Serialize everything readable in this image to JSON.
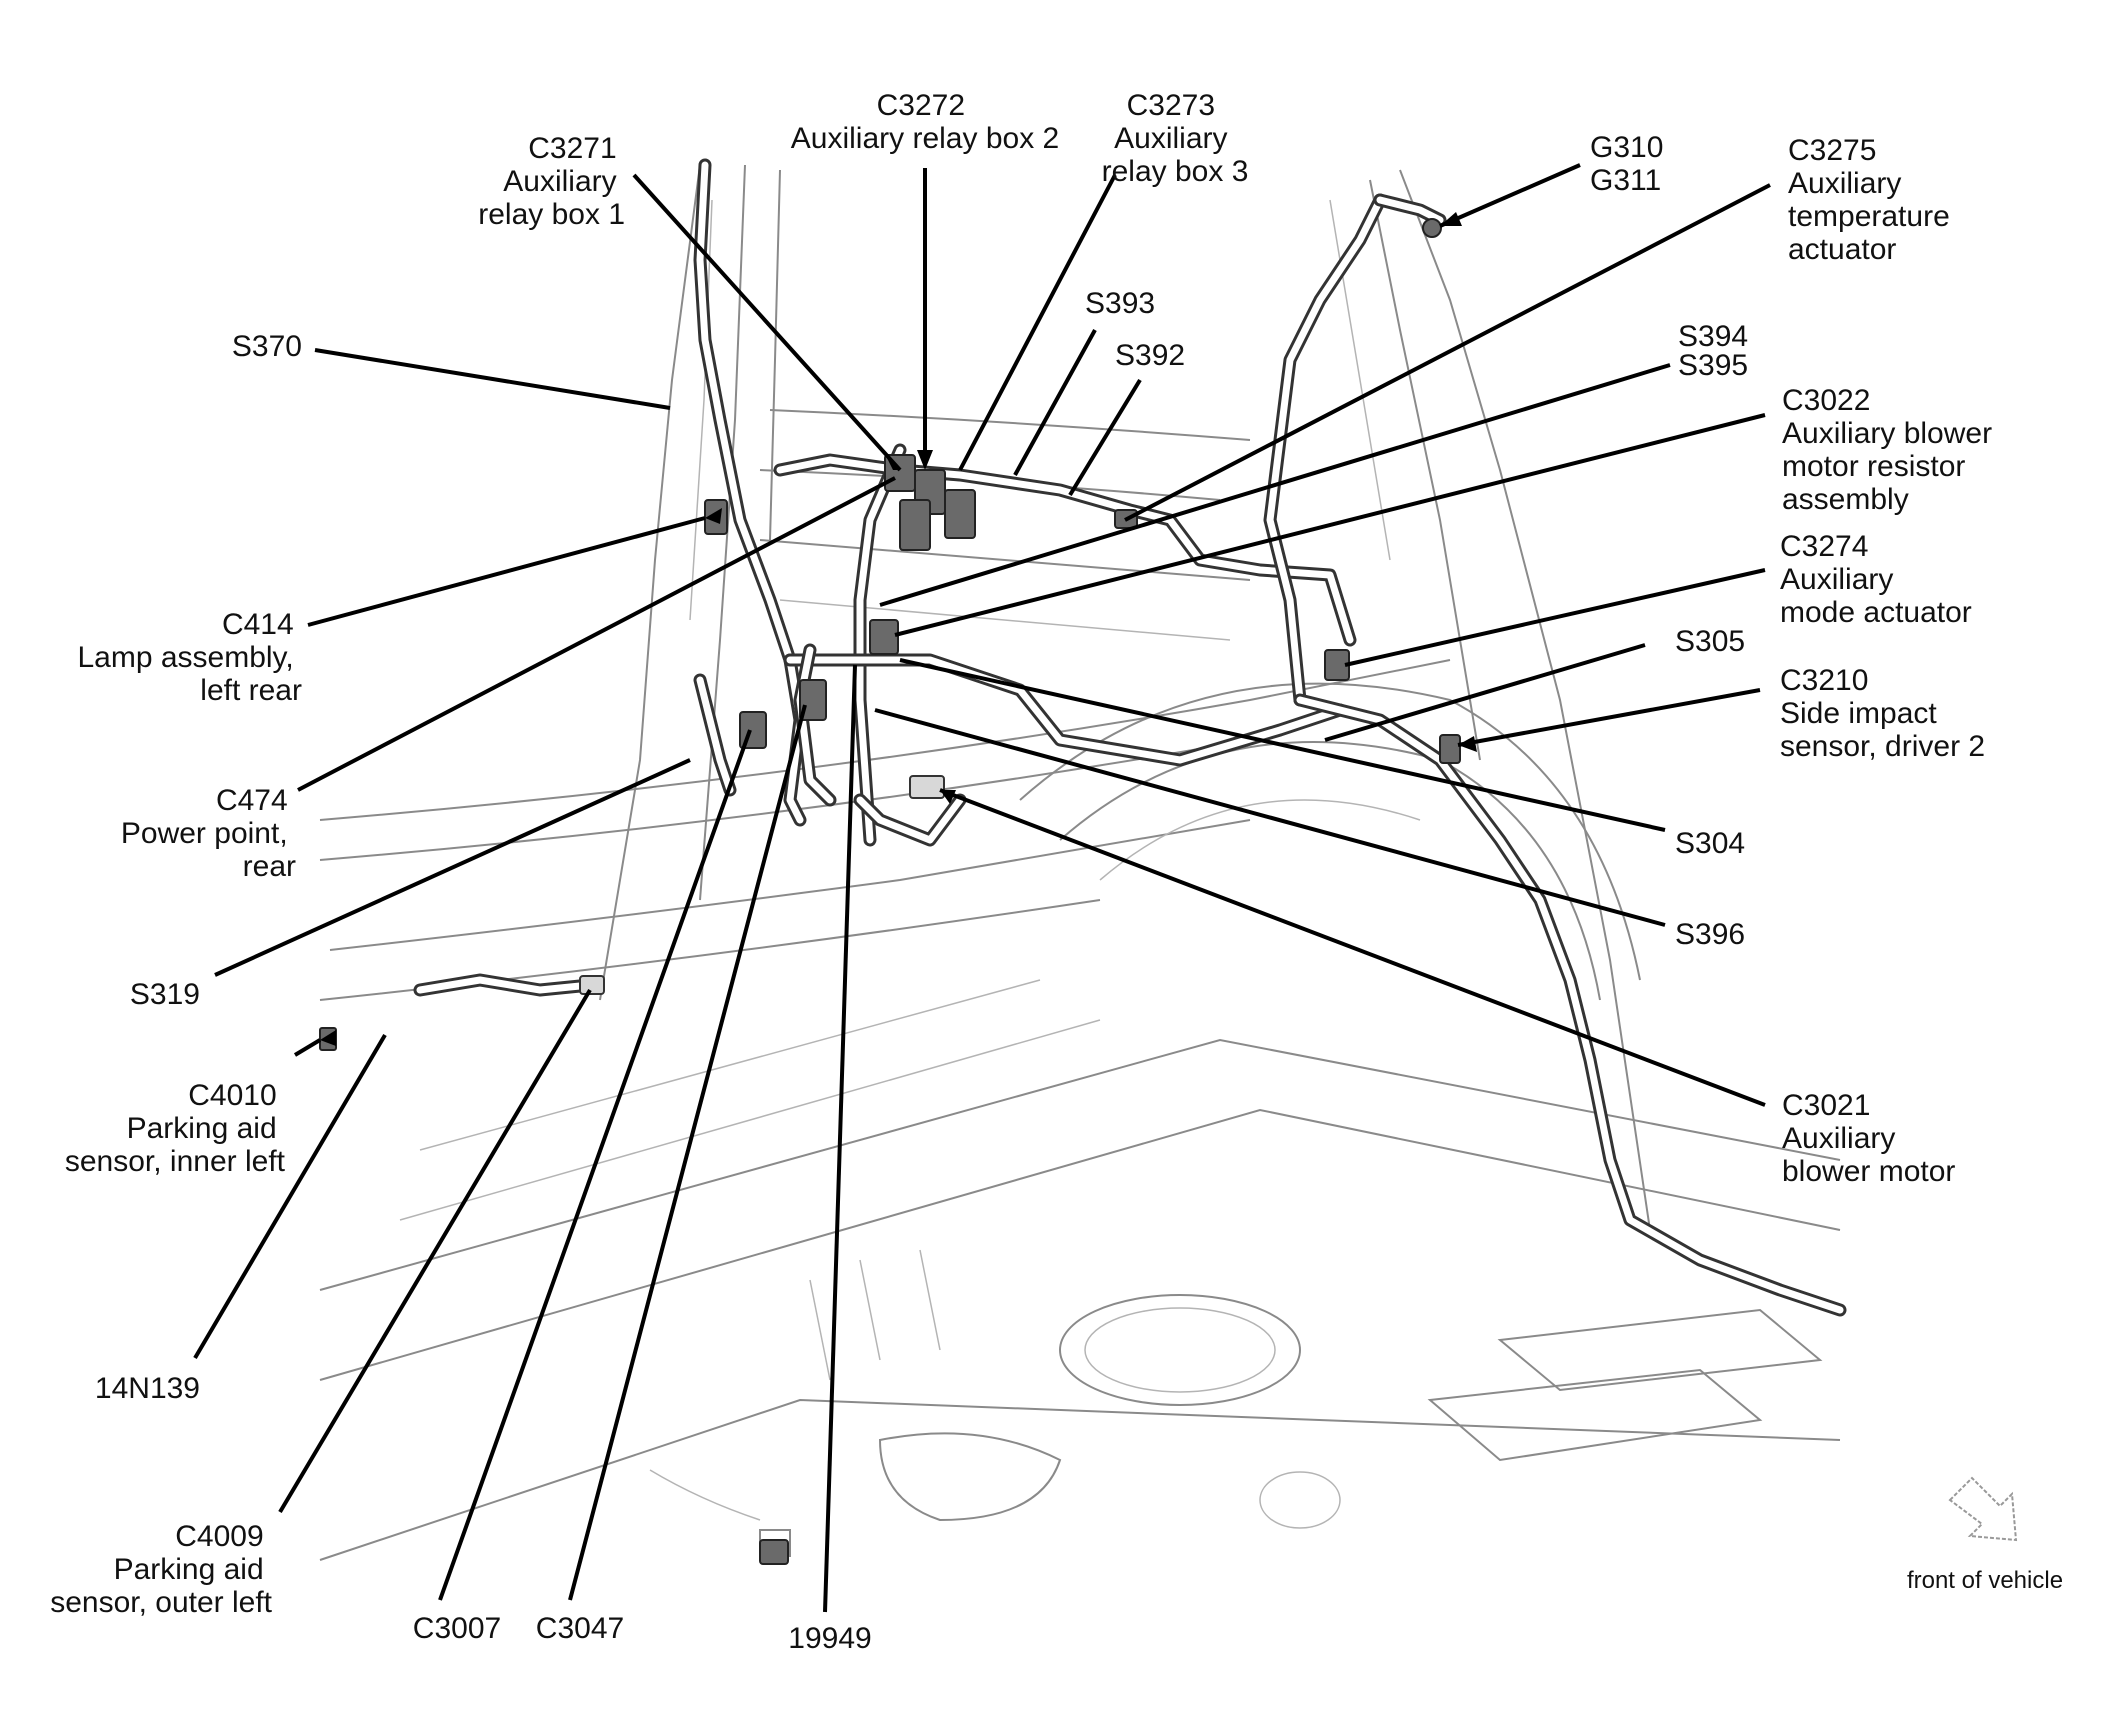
{
  "callouts": {
    "c3271": [
      "C3271",
      "Auxiliary",
      "relay box 1"
    ],
    "c3272": [
      "C3272",
      "Auxiliary relay box 2"
    ],
    "c3273": [
      "C3273",
      "Auxiliary",
      "relay box 3"
    ],
    "g310": [
      "G310",
      "G311"
    ],
    "c3275": [
      "C3275",
      "Auxiliary",
      "temperature",
      "actuator"
    ],
    "s370": [
      "S370"
    ],
    "s393": [
      "S393"
    ],
    "s392": [
      "S392"
    ],
    "s394": [
      "S394",
      "S395"
    ],
    "c3022": [
      "C3022",
      "Auxiliary blower",
      "motor resistor",
      "assembly"
    ],
    "c3274": [
      "C3274",
      "Auxiliary",
      "mode actuator"
    ],
    "s305": [
      "S305"
    ],
    "c3210": [
      "C3210",
      "Side impact",
      "sensor, driver 2"
    ],
    "c414": [
      "C414",
      "Lamp assembly,",
      "left rear"
    ],
    "c474": [
      "C474",
      "Power point,",
      "rear"
    ],
    "s304": [
      "S304"
    ],
    "s396": [
      "S396"
    ],
    "s319": [
      "S319"
    ],
    "c4010": [
      "C4010",
      "Parking aid",
      "sensor, inner left"
    ],
    "c3021": [
      "C3021",
      "Auxiliary",
      "blower motor"
    ],
    "n14n139": [
      "14N139"
    ],
    "c4009": [
      "C4009",
      "Parking aid",
      "sensor, outer left"
    ],
    "c3007": [
      "C3007"
    ],
    "c3047": [
      "C3047"
    ],
    "n19949": [
      "19949"
    ]
  },
  "orientation": {
    "label": "front of vehicle",
    "icon": "front-arrow-icon"
  }
}
